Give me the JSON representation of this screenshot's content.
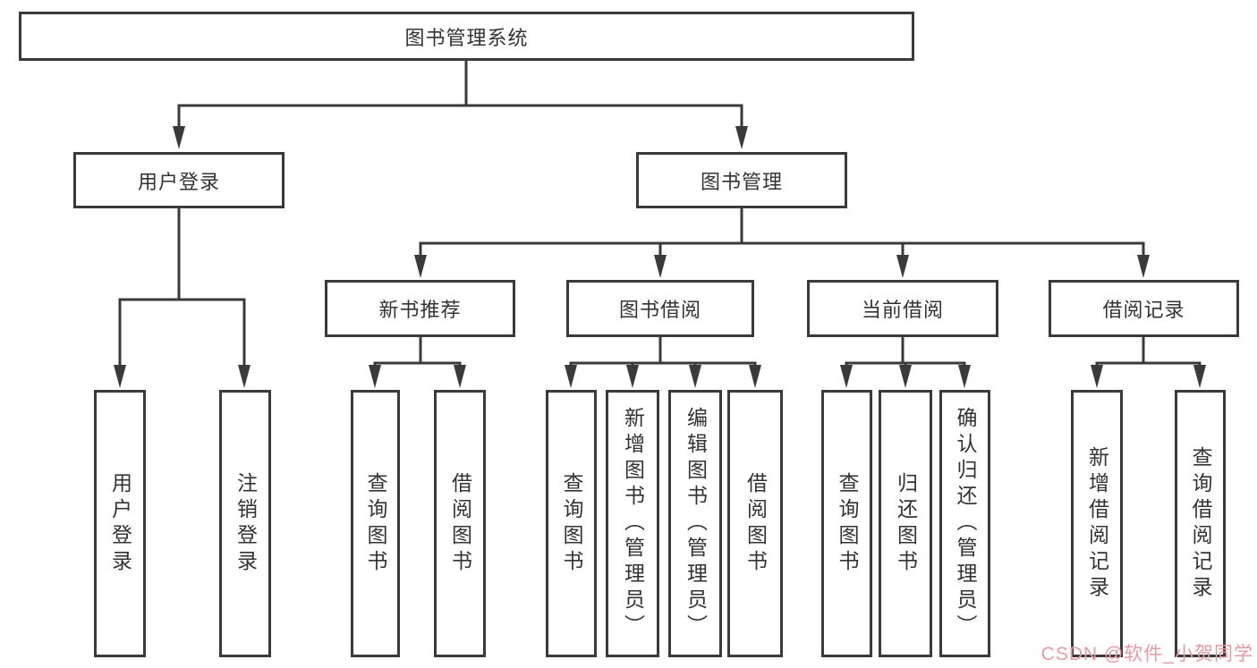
{
  "colors": {
    "background": "#ffffff",
    "line": "#3a3a3a",
    "box_border": "#3a3a3a",
    "text": "#333333",
    "watermark_text": "#e79aa2"
  },
  "diagram": {
    "type": "tree",
    "label": "图书管理系统",
    "children": [
      {
        "label": "用户登录",
        "children": [
          {
            "label": "用户登录"
          },
          {
            "label": "注销登录"
          }
        ]
      },
      {
        "label": "图书管理",
        "children": [
          {
            "label": "新书推荐",
            "children": [
              {
                "label": "查询图书"
              },
              {
                "label": "借阅图书"
              }
            ]
          },
          {
            "label": "图书借阅",
            "children": [
              {
                "label": "查询图书"
              },
              {
                "label": "新增图书（管理员）"
              },
              {
                "label": "编辑图书（管理员）"
              },
              {
                "label": "借阅图书"
              }
            ]
          },
          {
            "label": "当前借阅",
            "children": [
              {
                "label": "查询图书"
              },
              {
                "label": "归还图书"
              },
              {
                "label": "确认归还（管理员）"
              }
            ]
          },
          {
            "label": "借阅记录",
            "children": [
              {
                "label": "新增借阅记录"
              },
              {
                "label": "查询借阅记录"
              }
            ]
          }
        ]
      }
    ]
  },
  "watermark": {
    "text": "CSDN @软件_小贺同学"
  }
}
